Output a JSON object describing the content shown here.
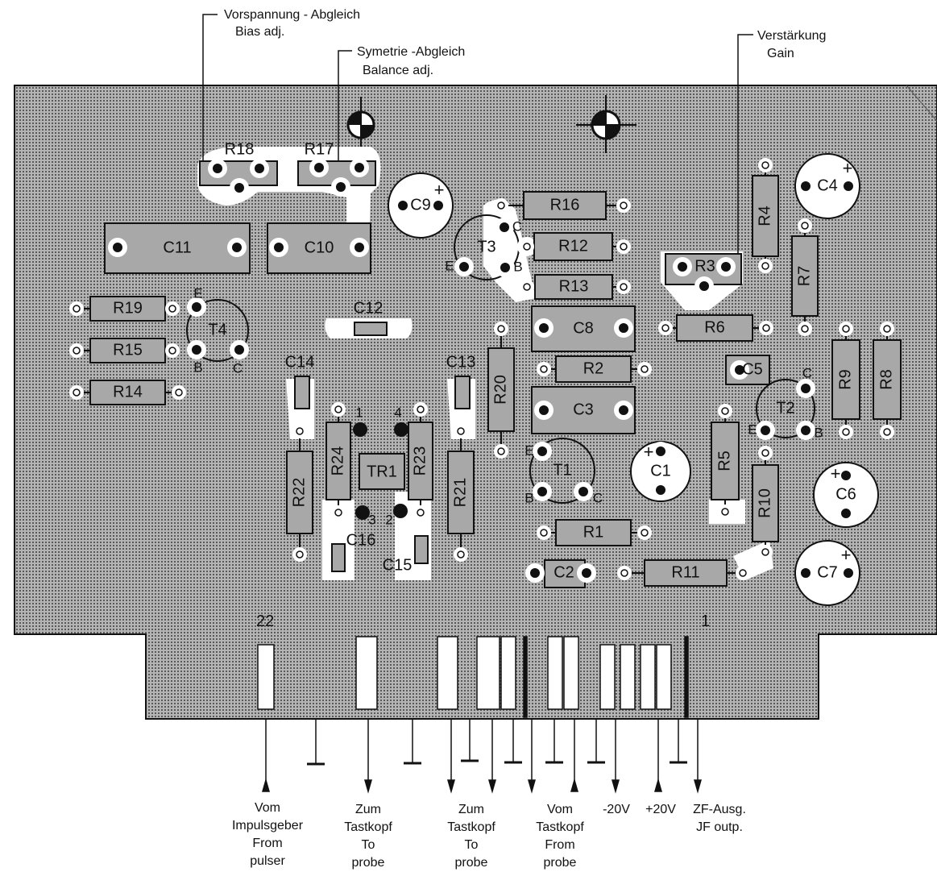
{
  "annotations": {
    "bias": [
      "Vorspannung - Abgleich",
      "Bias adj."
    ],
    "balance": [
      "Symetrie -Abgleich",
      "Balance adj."
    ],
    "gain": [
      "Verstärkung",
      "Gain"
    ]
  },
  "components": {
    "R18": "R18",
    "R17": "R17",
    "R16": "R16",
    "R12": "R12",
    "R13": "R13",
    "R4": "R4",
    "R7": "R7",
    "R3": "R3",
    "R6": "R6",
    "R19": "R19",
    "R15": "R15",
    "R14": "R14",
    "R20": "R20",
    "R2": "R2",
    "R9": "R9",
    "R8": "R8",
    "R5": "R5",
    "R10": "R10",
    "R1": "R1",
    "R11": "R11",
    "R24": "R24",
    "R23": "R23",
    "R22": "R22",
    "R21": "R21",
    "C11": "C11",
    "C10": "C10",
    "C9": "C9",
    "C4": "C4",
    "C12": "C12",
    "C8": "C8",
    "C14": "C14",
    "C13": "C13",
    "C3": "C3",
    "C5": "C5",
    "C1": "C1",
    "C6": "C6",
    "C16": "C16",
    "C15": "C15",
    "C2": "C2",
    "C7": "C7",
    "T1": "T1",
    "T2": "T2",
    "T3": "T3",
    "T4": "T4",
    "TR1": "TR1"
  },
  "pins": {
    "T3": {
      "c": "C",
      "b": "B",
      "e": "E"
    },
    "T4": {
      "e": "E",
      "b": "B",
      "c": "C"
    },
    "T1": {
      "e": "E",
      "b": "B",
      "c": "C"
    },
    "T2": {
      "c": "C",
      "e": "E",
      "b": "B"
    },
    "TR1": {
      "p1": "1",
      "p2": "2",
      "p3": "3",
      "p4": "4"
    }
  },
  "edge_numbers": {
    "left": "22",
    "right": "1"
  },
  "connector_labels": {
    "pulser": [
      "Vom",
      "Impulsgeber",
      "From",
      "pulser"
    ],
    "to_probe_1": [
      "Zum",
      "Tastkopf",
      "To",
      "probe"
    ],
    "to_probe_2": [
      "Zum",
      "Tastkopf",
      "To",
      "probe"
    ],
    "from_probe": [
      "Vom",
      "Tastkopf",
      "From",
      "probe"
    ],
    "minus20": [
      "-20V"
    ],
    "plus20": [
      "+20V"
    ],
    "if_out": [
      "ZF-Ausg.",
      "JF outp."
    ]
  },
  "colors": {
    "board": "#9a9a9a",
    "pad": "#ffffff",
    "ink": "#111111"
  }
}
